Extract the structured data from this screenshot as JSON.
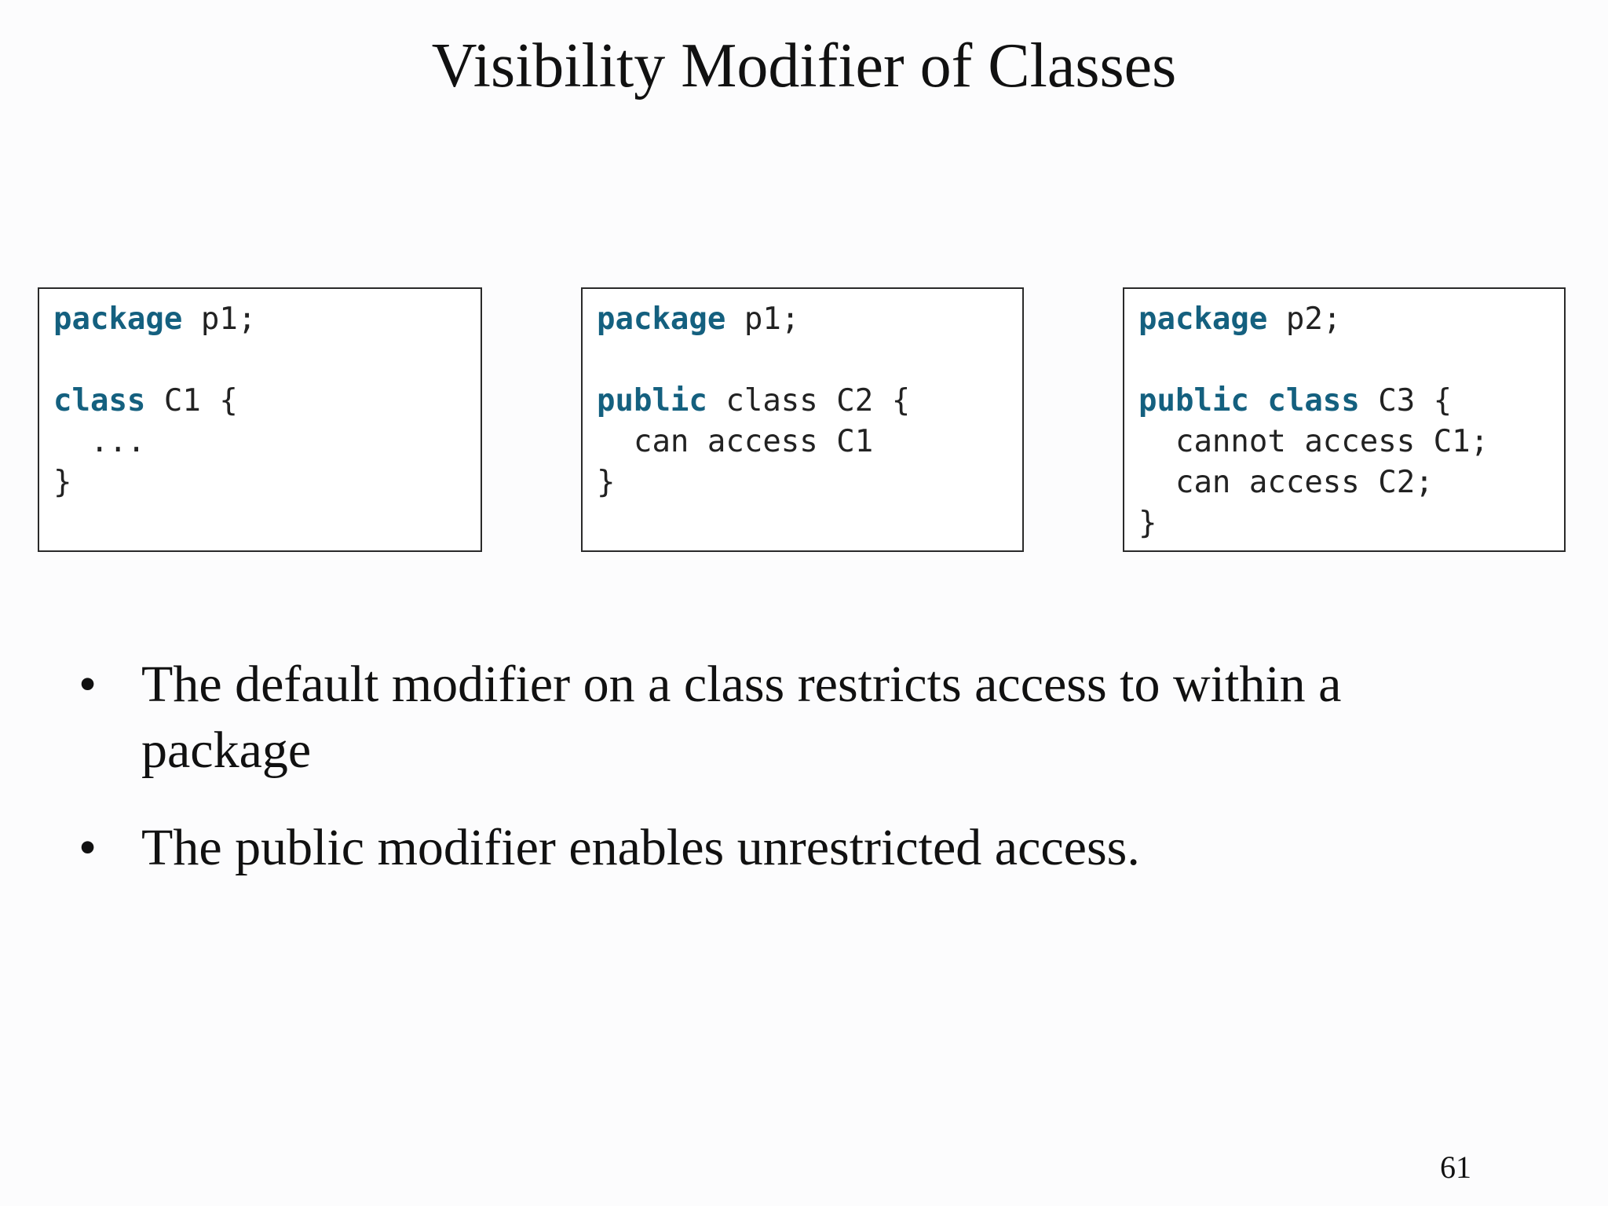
{
  "title": "Visibility Modifier of Classes",
  "code_boxes": [
    {
      "lines": [
        {
          "kw": "package",
          "rest": " p1;"
        },
        {
          "kw": "",
          "rest": ""
        },
        {
          "kw": "class",
          "rest": " C1 {"
        },
        {
          "kw": "",
          "rest": "  ..."
        },
        {
          "kw": "",
          "rest": "}"
        }
      ]
    },
    {
      "lines": [
        {
          "kw": "package",
          "rest": " p1;"
        },
        {
          "kw": "",
          "rest": ""
        },
        {
          "kw": "public",
          "rest": " class C2 {"
        },
        {
          "kw": "",
          "rest": "  can access C1"
        },
        {
          "kw": "",
          "rest": "}"
        }
      ]
    },
    {
      "lines": [
        {
          "kw": "package",
          "rest": " p2;"
        },
        {
          "kw": "",
          "rest": ""
        },
        {
          "kw": "public class",
          "rest": " C3 {"
        },
        {
          "kw": "",
          "rest": "  cannot access C1;"
        },
        {
          "kw": "",
          "rest": "  can access C2;"
        },
        {
          "kw": "",
          "rest": "}"
        }
      ]
    }
  ],
  "bullets": [
    "The default modifier on a class restricts access to within a package",
    "The public modifier enables unrestricted access."
  ],
  "bullet_symbol": "•",
  "page_number": "61",
  "colors": {
    "keyword": "#14607f",
    "text": "#222222",
    "border": "#2a2a2a"
  }
}
